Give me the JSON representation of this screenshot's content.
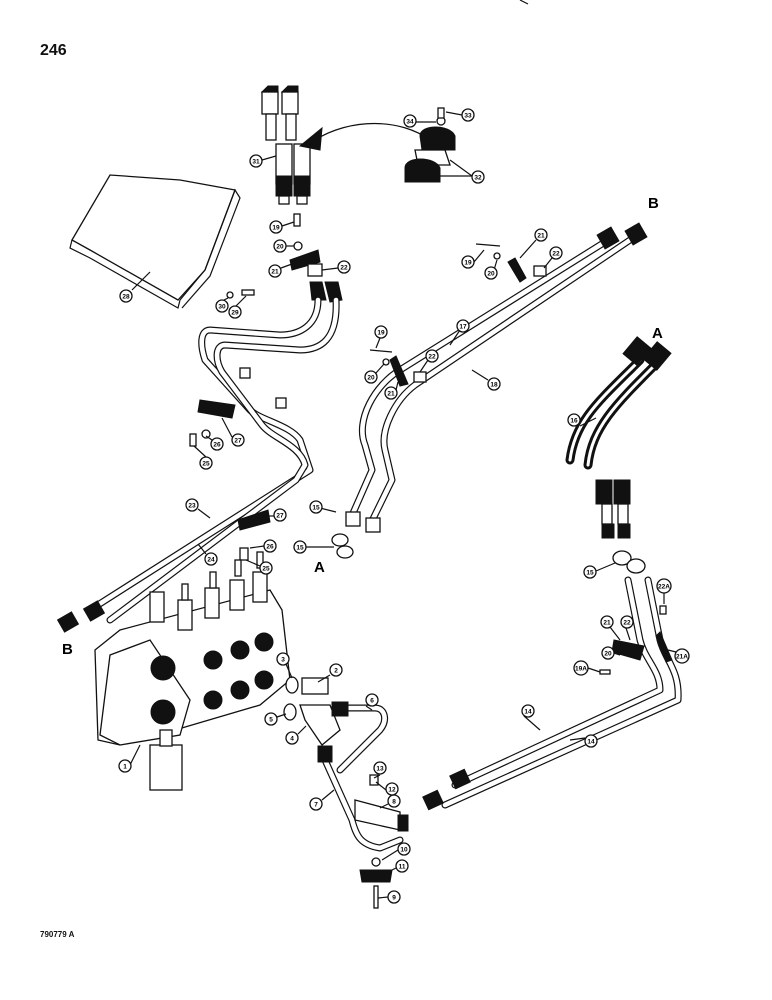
{
  "page_number": "246",
  "figure_code": "790779 A",
  "connection_letters": [
    "B",
    "B",
    "A",
    "A"
  ],
  "callouts": [
    "1",
    "2",
    "3",
    "4",
    "5",
    "6",
    "7",
    "8",
    "9",
    "10",
    "11",
    "12",
    "13",
    "14",
    "14",
    "15",
    "15",
    "15",
    "16",
    "17",
    "18",
    "19",
    "19",
    "19",
    "19A",
    "20",
    "20",
    "20",
    "20",
    "21",
    "21",
    "21",
    "21",
    "21A",
    "22",
    "22",
    "22",
    "22",
    "22A",
    "23",
    "24",
    "25",
    "25",
    "26",
    "26",
    "27",
    "27",
    "28",
    "29",
    "30",
    "31",
    "32",
    "33",
    "34"
  ]
}
